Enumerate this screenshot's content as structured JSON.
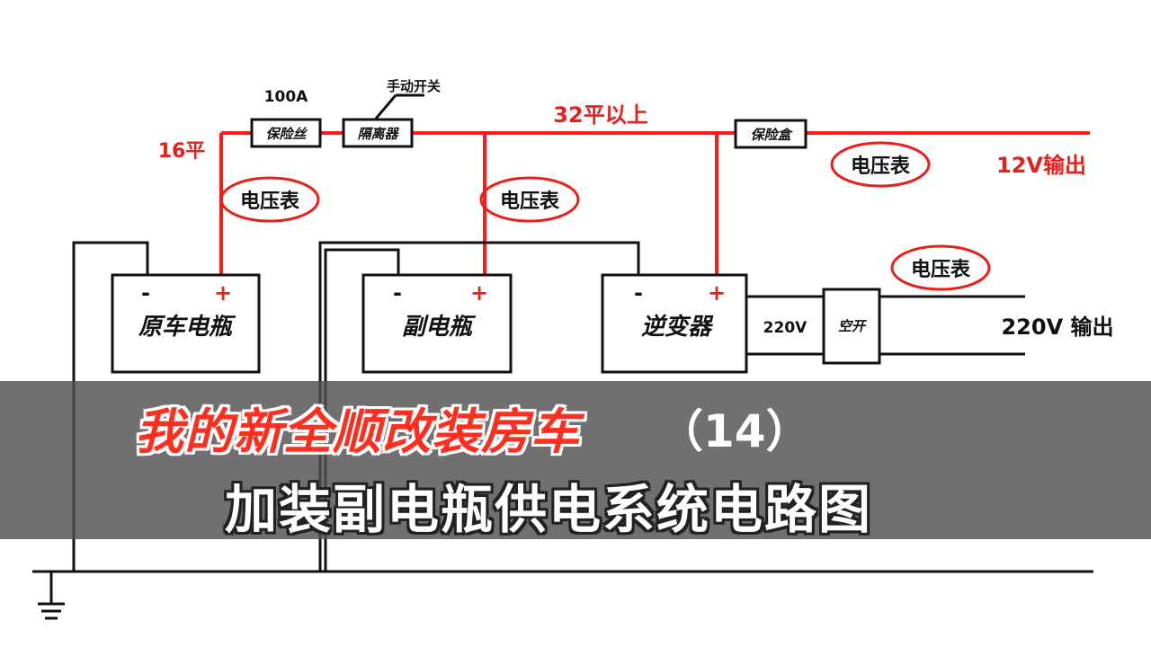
{
  "colors": {
    "wire_red": "#ff1a1a",
    "wire_black": "#111111",
    "label_red": "#e8201a",
    "banner_bg": "#505050"
  },
  "labels": {
    "fuse_rating": "100A",
    "fuse": "保险丝",
    "manual_switch": "手动开关",
    "isolator": "隔离器",
    "wire_32": "32平以上",
    "wire_16": "16平",
    "fuse_box": "保险盒",
    "output_12v": "12V输出",
    "voltmeter": "电压表",
    "minus": "-",
    "plus": "+",
    "main_battery": "原车电瓶",
    "aux_battery": "副电瓶",
    "inverter": "逆变器",
    "v220": "220V",
    "breaker": "空开",
    "output_220v": "220V 输出"
  },
  "banner": {
    "title_line1": "我的新全顺改装房车",
    "title_number": "（14）",
    "title_line2": "加装副电瓶供电系统电路图"
  }
}
